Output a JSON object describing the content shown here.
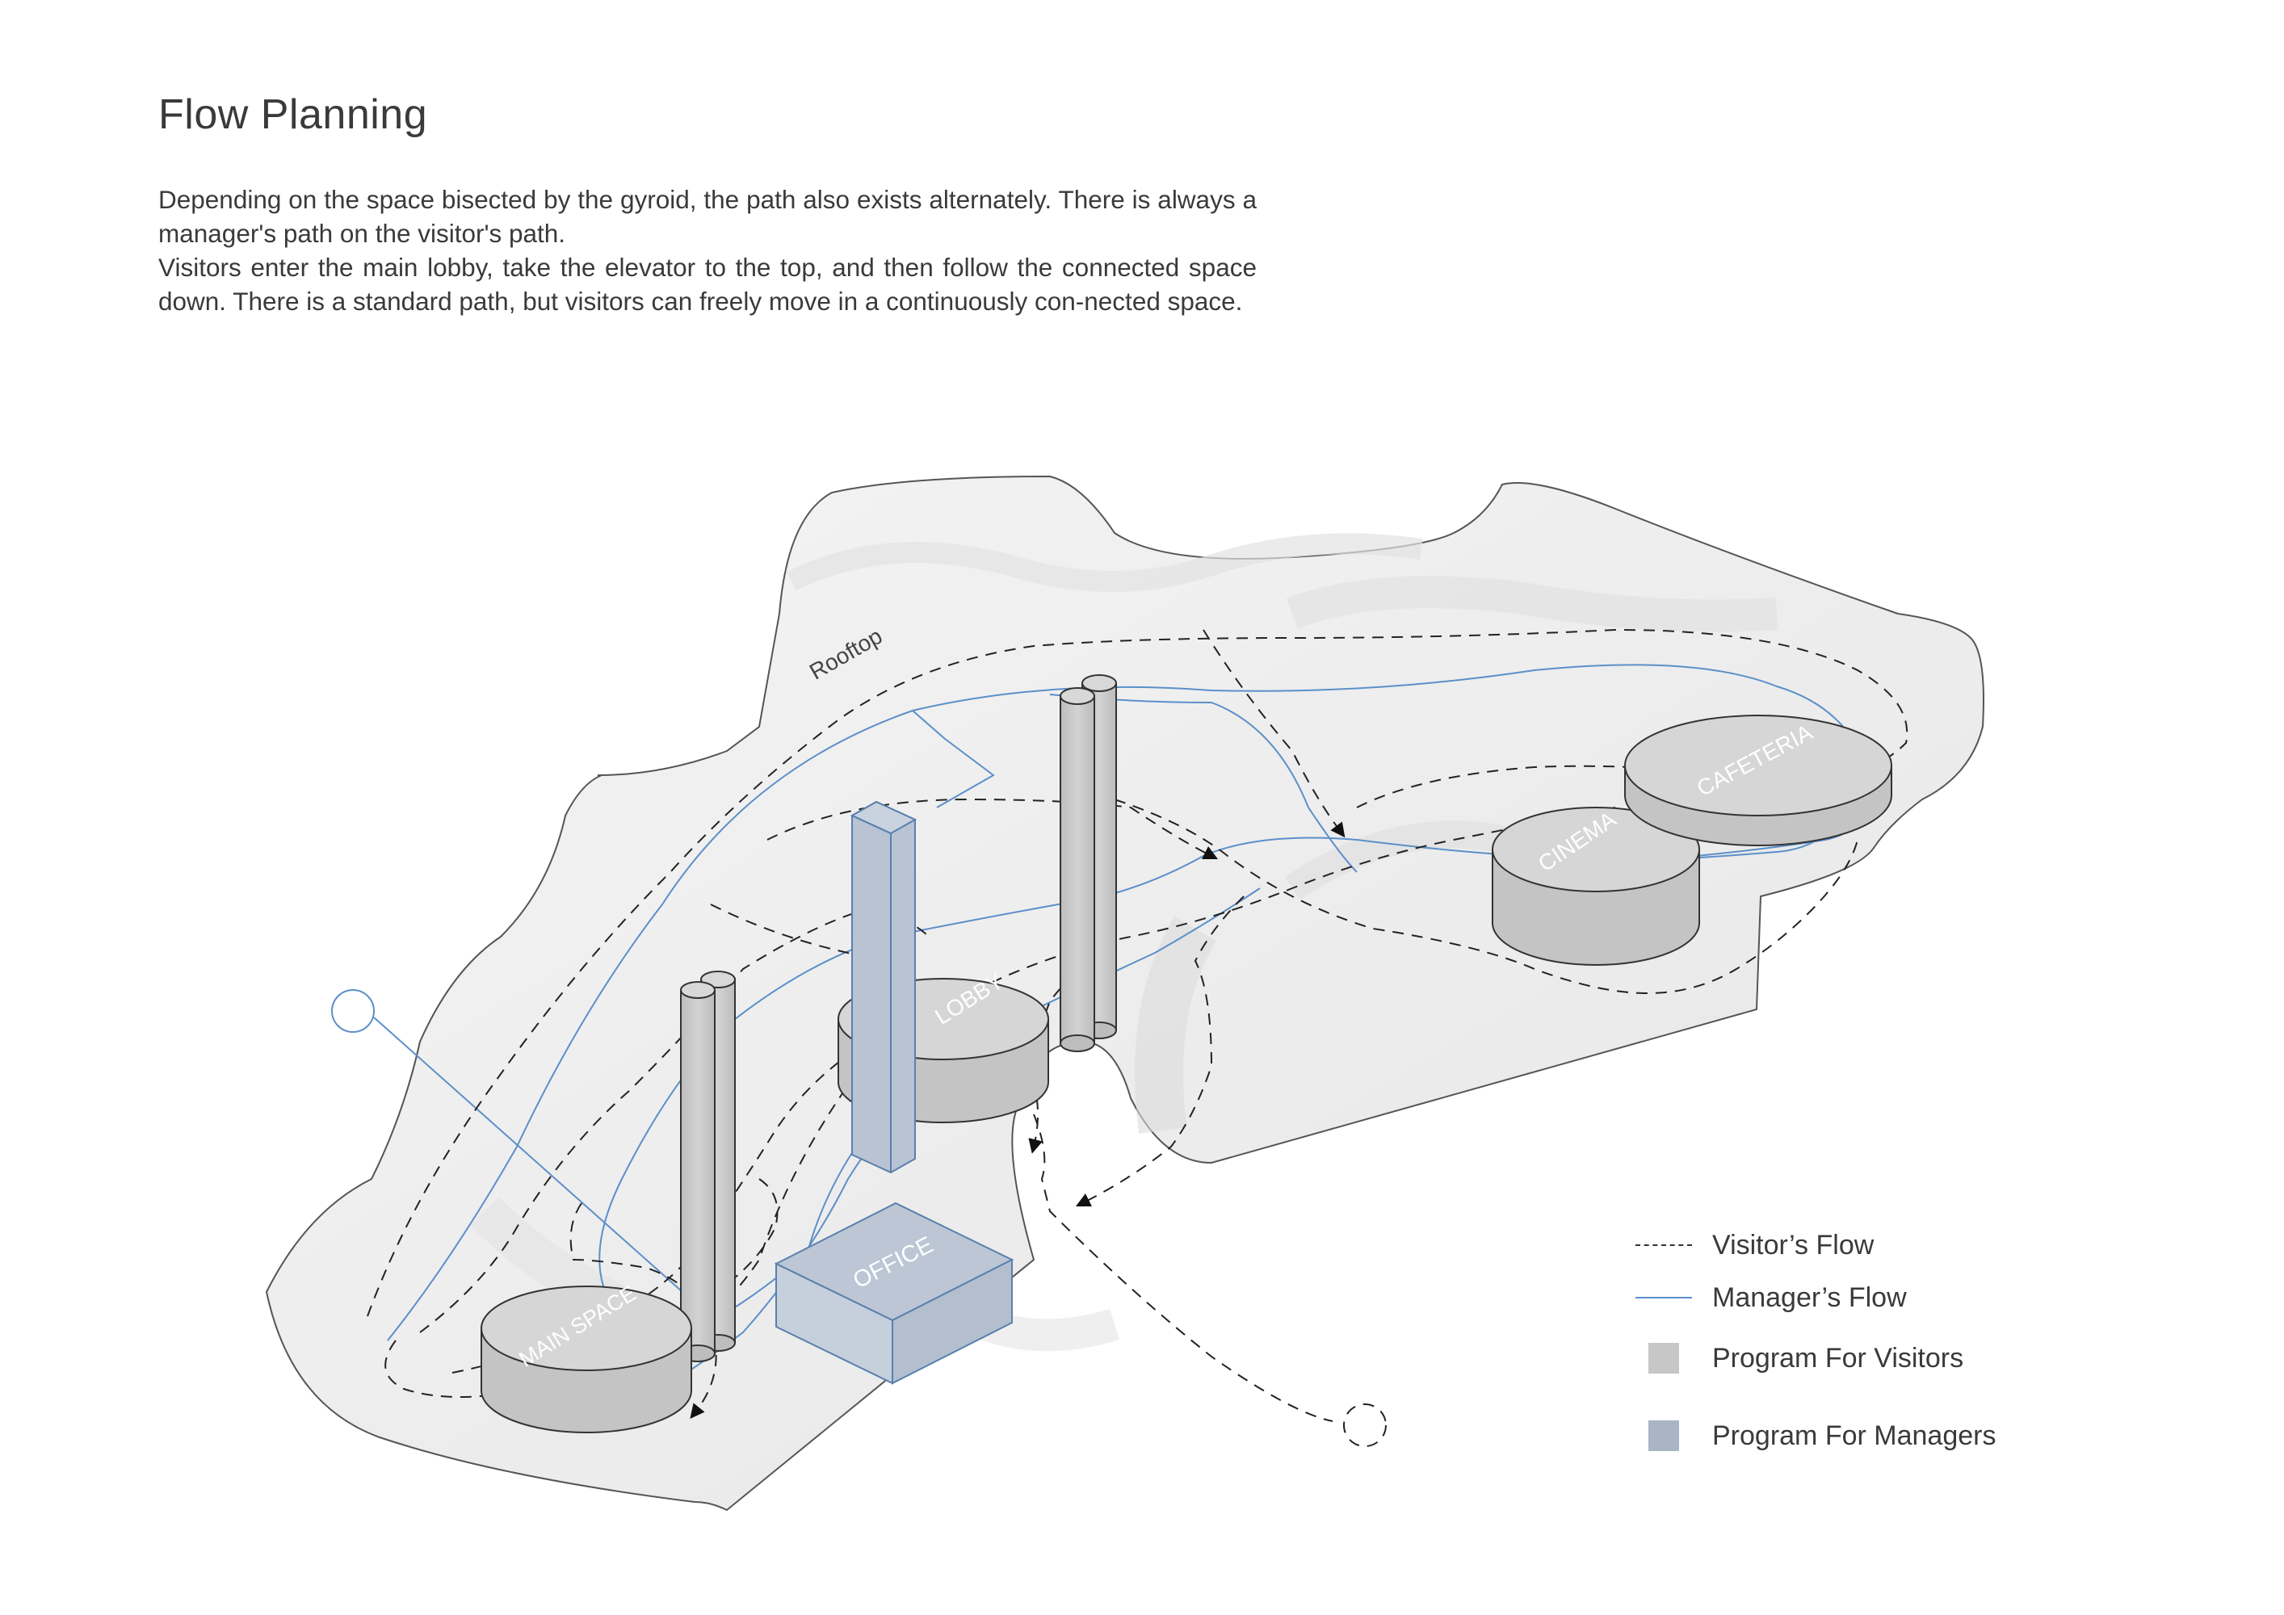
{
  "title": "Flow Planning",
  "description": [
    "Depending on the space bisected by the gyroid, the path also exists alternately. There is always a manager's path on the visitor's path.",
    "Visitors enter the main lobby, take the elevator to the top, and then follow the connected space down. There is a  standard path, but visitors can freely move in a continuously con-nected space."
  ],
  "diagram": {
    "labels": {
      "rooftop": "Rooftop",
      "lobby": "LOBBY",
      "cinema": "CINEMA",
      "cafeteria": "CAFETERIA",
      "main_space": "MAIN SPACE",
      "office": "OFFICE"
    }
  },
  "legend": {
    "items": [
      {
        "label": "Visitor’s Flow",
        "symbol": "dashed-line"
      },
      {
        "label": "Manager’s Flow",
        "symbol": "blue-line"
      },
      {
        "label": "Program For Visitors",
        "symbol": "gray-square"
      },
      {
        "label": "Program For Managers",
        "symbol": "blue-gray-square"
      }
    ]
  },
  "colors": {
    "visitor_program": "#c7c7c7",
    "manager_program": "#a9b4c4",
    "manager_flow": "#5b8fc9",
    "visitor_flow": "#222222",
    "surface": "#efefef"
  }
}
